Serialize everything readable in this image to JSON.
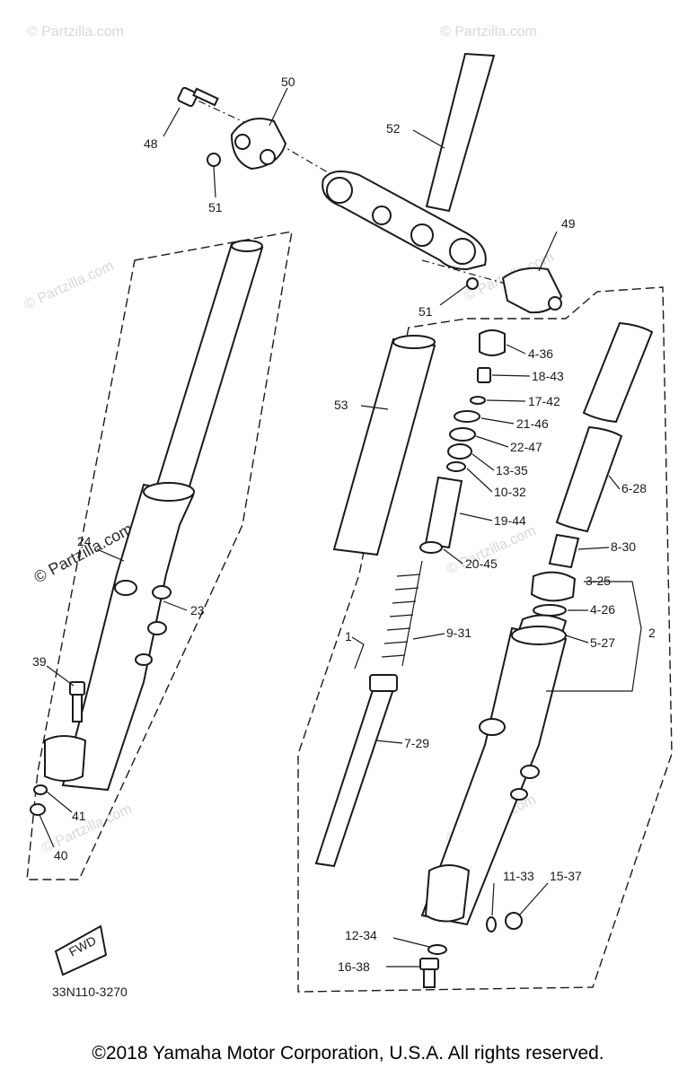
{
  "diagram": {
    "labels": {
      "p50": "50",
      "p48": "48",
      "p51a": "51",
      "p52": "52",
      "p49": "49",
      "p51b": "51",
      "p53": "53",
      "p4_36": "4-36",
      "p18_43": "18-43",
      "p17_42": "17-42",
      "p21_46": "21-46",
      "p22_47": "22-47",
      "p13_35": "13-35",
      "p10_32": "10-32",
      "p19_44": "19-44",
      "p6_28": "6-28",
      "p8_30": "8-30",
      "p20_45": "20-45",
      "p3_25": "3-25",
      "p4_26": "4-26",
      "p5_27": "5-27",
      "p2": "2",
      "p9_31": "9-31",
      "p1": "1",
      "p7_29": "7-29",
      "p24": "24",
      "p23": "23",
      "p39": "39",
      "p41": "41",
      "p40": "40",
      "p11_33": "11-33",
      "p15_37": "15-37",
      "p12_34": "12-34",
      "p16_38": "16-38",
      "ref": "33N110-3270",
      "fwd": "FWD"
    },
    "watermark": "© Partzilla.com",
    "watermark_main": "© Partzilla.com"
  },
  "footer": {
    "copyright": "©2018  Yamaha Motor Corporation, U.S.A. All rights reserved."
  }
}
